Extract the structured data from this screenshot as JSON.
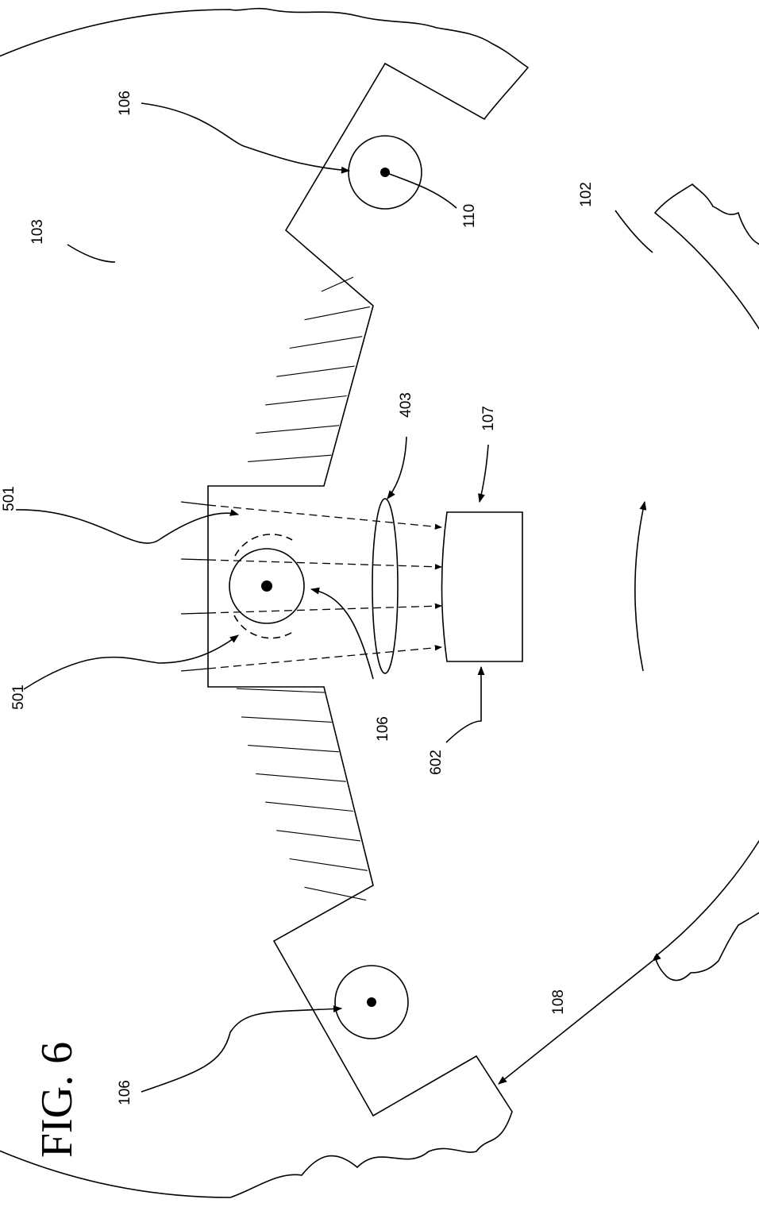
{
  "figure": {
    "title": "FIG. 6"
  },
  "reference_numerals": {
    "r103": "103",
    "r106_top": "106",
    "r110": "110",
    "r102": "102",
    "r403": "403",
    "r107": "107",
    "r501_top": "501",
    "r501_bottom": "501",
    "r106_mid": "106",
    "r602": "602",
    "r108": "108",
    "r106_bottom": "106"
  }
}
